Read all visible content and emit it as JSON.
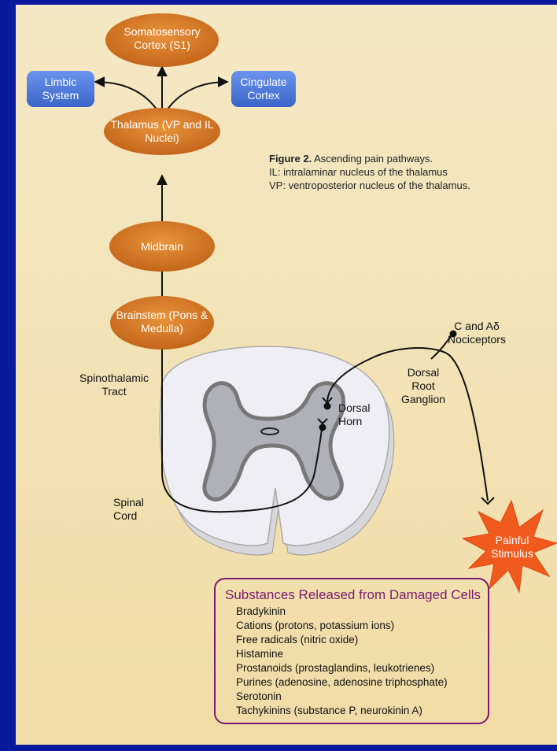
{
  "nodes": {
    "somatosensory": "Somatosensory Cortex (S1)",
    "limbic": "Limbic System",
    "cingulate": "Cingulate Cortex",
    "thalamus": "Thalamus (VP and IL Nuclei)",
    "midbrain": "Midbrain",
    "brainstem": "Brainstem (Pons & Medulla)"
  },
  "labels": {
    "spinothalamic": "Spinothalamic Tract",
    "spinal_cord": "Spinal Cord",
    "dorsal_horn": "Dorsal Horn",
    "drg": "Dorsal Root Ganglion",
    "nociceptors": "C and Aδ Nociceptors",
    "painful_stimulus": "Painful Stimulus"
  },
  "caption": {
    "figure_label": "Figure 2.",
    "title": "Ascending pain pathways.",
    "il": "IL: intralaminar nucleus of the thalamus",
    "vp": "VP: ventroposterior nucleus of the thalamus."
  },
  "substances": {
    "title": "Substances Released from Damaged Cells",
    "items": [
      "Bradykinin",
      "Cations (protons, potassium ions)",
      "Free radicals (nitric oxide)",
      "Histamine",
      "Prostanoids (prostaglandins, leukotrienes)",
      "Purines (adenosine, adenosine triphosphate)",
      "Serotonin",
      "Tachykinins (substance P, neurokinin A)"
    ]
  },
  "colors": {
    "background_frame": "#0a1a9e",
    "panel": "#f3e6bf",
    "orange_node": "#d87a22",
    "blue_node": "#4a78d8",
    "border_purple": "#7a1a6e",
    "starburst": "#f05a1c"
  }
}
